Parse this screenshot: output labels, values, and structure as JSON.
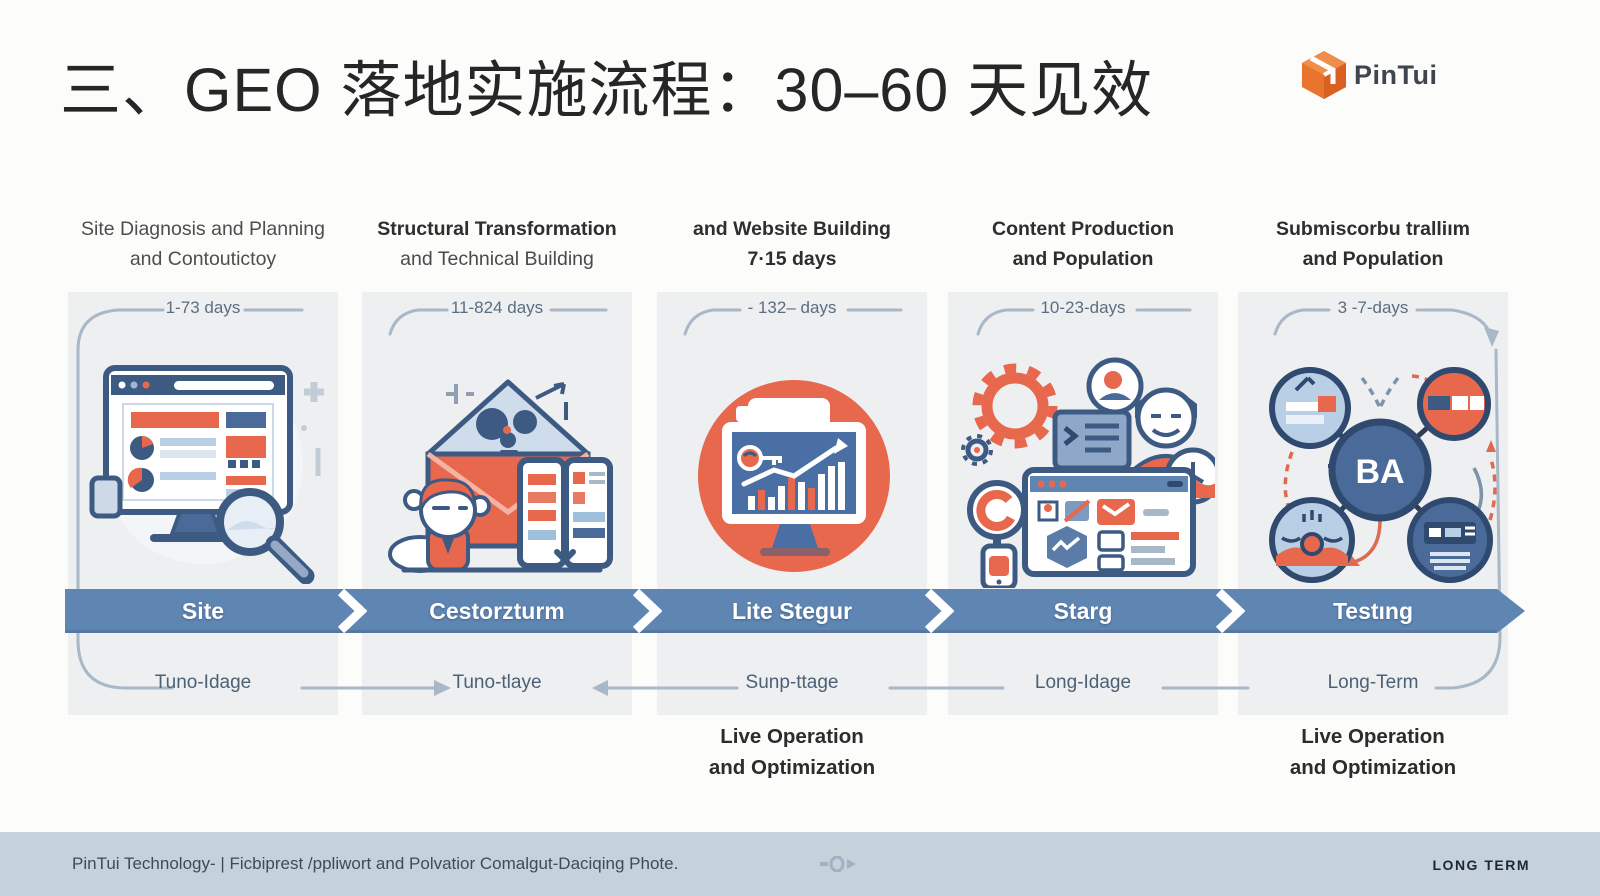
{
  "title": "三、GEO 落地实施流程：30–60 天见效",
  "logo": {
    "text": "PinTui"
  },
  "colors": {
    "accent_coral": "#E8684E",
    "banner_blue": "#5F85B2",
    "navy": "#3D5A82",
    "light_blue": "#B9CFE6",
    "panel_gray": "#EDEFF1",
    "footer_bar": "#C5D2DC",
    "logo_orange": "#E8742E"
  },
  "columns": [
    {
      "header_line1": "Site Diagnosis and Planning",
      "header_line2": "and Contoutictoy",
      "days": "1-73 days",
      "stage": "Site",
      "sublabel": "Tuno-Idage"
    },
    {
      "header_line1": "Structural Transformation",
      "header_line2": "and Technical Building",
      "days": "11-824 days",
      "stage": "Cestorzturm",
      "sublabel": "Tuno-tlaye"
    },
    {
      "header_line1": "and Website Building",
      "header_line2": "7·15 days",
      "days": "- 132– days",
      "stage": "Lite Stegur",
      "sublabel": "Sunp-ttage",
      "note_line1": "Live Operation",
      "note_line2": "and Optimization"
    },
    {
      "header_line1": "Content Production",
      "header_line2": "and Population",
      "days": "10-23-days",
      "stage": "Starg",
      "sublabel": "Long-Idage"
    },
    {
      "header_line1": "Submiscorbu tralliım",
      "header_line2": "and Population",
      "days": "3 -7-days",
      "stage": "Testıng",
      "sublabel": "Long-Term",
      "note_line1": "Live Operation",
      "note_line2": "and Optimization",
      "badge": "BA"
    }
  ],
  "footer": {
    "left": "PinTui Technology- | Ficbiprest /ppliwort and Polvatior Comalgut-Daciqing Phote.",
    "right": "LONG TERM"
  }
}
